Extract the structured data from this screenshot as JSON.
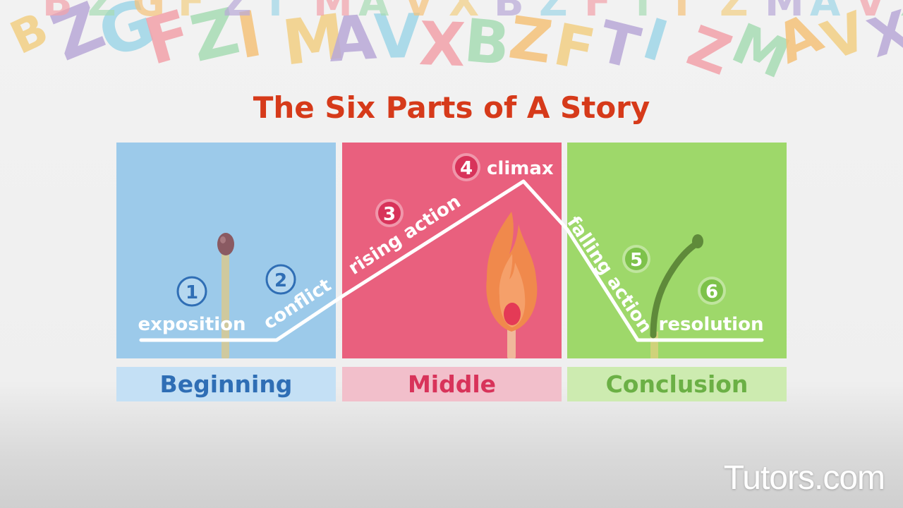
{
  "title": "The Six Parts of A Story",
  "sections": [
    {
      "label": "Beginning",
      "panel_color": "#9ccaea",
      "label_bg": "#c4e0f5",
      "label_color": "#2f6eb5"
    },
    {
      "label": "Middle",
      "panel_color": "#e9607e",
      "label_bg": "#f2bfcb",
      "label_color": "#d8335a"
    },
    {
      "label": "Conclusion",
      "panel_color": "#9ed86a",
      "label_bg": "#cdebb0",
      "label_color": "#6bb045"
    }
  ],
  "parts": [
    {
      "number": "1",
      "label": "exposition",
      "circle_color": "#2f6eb5"
    },
    {
      "number": "2",
      "label": "conflict",
      "circle_color": "#2f6eb5"
    },
    {
      "number": "3",
      "label": "rising action",
      "circle_color": "#d8335a"
    },
    {
      "number": "4",
      "label": "climax",
      "circle_color": "#d8335a"
    },
    {
      "number": "5",
      "label": "falling action",
      "circle_color": "#7dc24a"
    },
    {
      "number": "6",
      "label": "resolution",
      "circle_color": "#7dc24a"
    }
  ],
  "decor_letters": [
    "B",
    "Z",
    "G",
    "F",
    "Z",
    "I",
    "M",
    "A",
    "V",
    "X",
    "B",
    "Z",
    "F",
    "T",
    "I",
    "Z",
    "M",
    "A",
    "V",
    "X"
  ],
  "logo": "Tutors.com"
}
